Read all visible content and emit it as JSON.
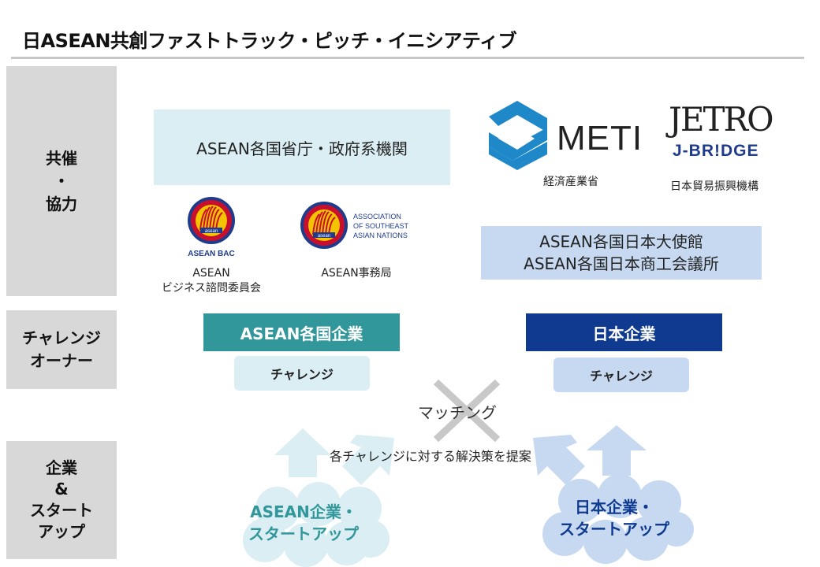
{
  "title": "日ASEAN共創ファストトラック・ピッチ・イニシアティブ",
  "row_labels": {
    "cohost": [
      "共催",
      "・",
      "協力"
    ],
    "challenge_owner": [
      "チャレンジ",
      "オーナー"
    ],
    "companies": [
      "企業",
      "&",
      "スタート",
      "アップ"
    ]
  },
  "cohost": {
    "gov_box": "ASEAN各国省庁・政府系機関",
    "asean_bac_logo_text": "ASEAN BAC",
    "asean_bac_logo_inner": "asean",
    "asean_bac_caption": [
      "ASEAN",
      "ビジネス諮問委員会"
    ],
    "asean_sec_logo_text": [
      "ASSOCIATION",
      "OF SOUTHEAST",
      "ASIAN NATIONS"
    ],
    "asean_sec_logo_inner": "asean",
    "asean_sec_caption": "ASEAN事務局",
    "meti_logo_text": "METI",
    "meti_caption": "経済産業省",
    "jetro_logo_text": "JETRO",
    "jbridge_logo_text": "J-BR!DGE",
    "jetro_caption": "日本貿易振興機構",
    "embassy_box": [
      "ASEAN各国日本大使館",
      "ASEAN各国日本商工会議所"
    ]
  },
  "challenge_owner": {
    "asean_label": "ASEAN各国企業",
    "japan_label": "日本企業",
    "challenge_asean": "チャレンジ",
    "challenge_japan": "チャレンジ"
  },
  "matching": "マッチング",
  "propose": "各チャレンジに対する解決策を提案",
  "companies": {
    "asean": [
      "ASEAN企業・",
      "スタートアップ"
    ],
    "japan": [
      "日本企業・",
      "スタートアップ"
    ]
  },
  "colors": {
    "teal": "#31979a",
    "navy": "#0f3a8f",
    "light_teal": "#daeef3",
    "light_blue": "#c6d9f1",
    "gray_label": "#d8d8d8",
    "meti_blue": "#1e88c8",
    "asean_red": "#c8102e",
    "asean_yellow": "#f5c400",
    "asean_blue": "#1f3c8c"
  }
}
